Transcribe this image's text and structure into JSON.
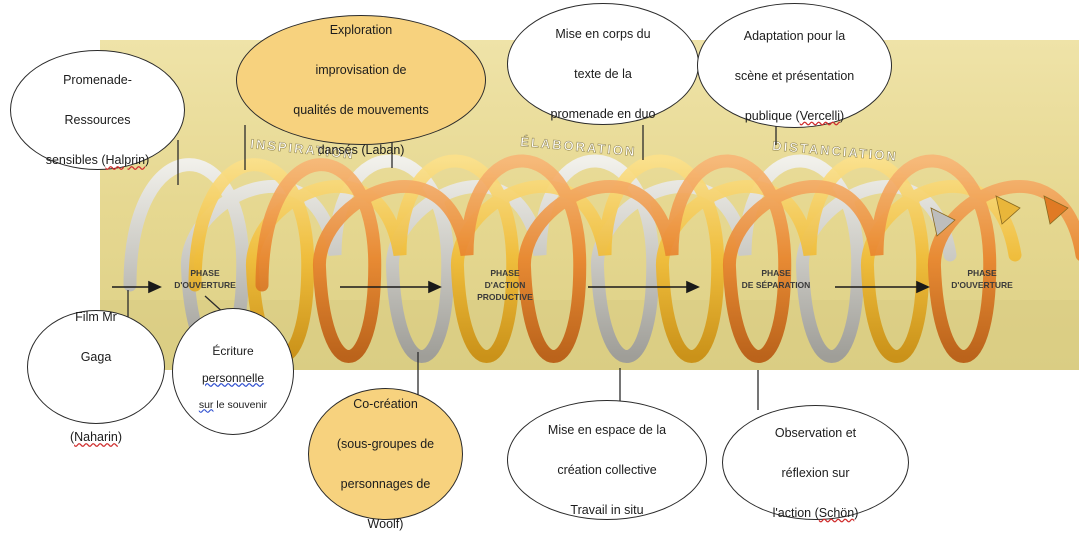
{
  "arc_labels": {
    "inspiration": "INSPIRATION",
    "elaboration": "ÉLABORATION",
    "distanciation": "DISTANCIATION"
  },
  "phases": [
    {
      "line1": "PHASE",
      "line2": "D'OUVERTURE",
      "line3": ""
    },
    {
      "line1": "PHASE",
      "line2": "D'ACTION",
      "line3": "PRODUCTIVE"
    },
    {
      "line1": "PHASE",
      "line2": "DE SÉPARATION",
      "line3": ""
    },
    {
      "line1": "PHASE",
      "line2": "D'OUVERTURE",
      "line3": ""
    }
  ],
  "bubbles": {
    "promenade": {
      "l1": "Promenade-",
      "l2": "Ressources",
      "l3": "sensibles (",
      "l3u": "Halprin",
      "l3e": ")"
    },
    "exploration": {
      "l1": "Exploration",
      "l2": "improvisation de",
      "l3": "qualités de mouvements",
      "l4": "dansés (Laban)"
    },
    "mise_corps": {
      "l1": "Mise en corps du",
      "l2": "texte de la",
      "l3": "promenade en duo"
    },
    "adaptation": {
      "l1": "Adaptation pour la",
      "l2": "scène et présentation",
      "l3": "publique (",
      "l3u": "Vercelli",
      "l3e": ")"
    },
    "film": {
      "l1": "Film Mr",
      "l2": "Gaga",
      "l3": "(",
      "l3u": "Naharin",
      "l3e": ")"
    },
    "ecriture": {
      "l1": "Écriture",
      "l2u": "personnelle",
      "l3u": "sur",
      "l3e": " le souvenir"
    },
    "cocreation": {
      "l1": "Co-création",
      "l2": "(sous-groupes de",
      "l3": "personnages de",
      "l4": "Woolf)"
    },
    "mise_espace": {
      "l1": "Mise en espace de la",
      "l2": "création collective",
      "l3": "Travail in situ"
    },
    "observation": {
      "l1": "Observation et",
      "l2": "réflexion sur",
      "l3": "l'action (",
      "l3u": "Schön",
      "l3e": ")"
    }
  },
  "colors": {
    "band": "#e8dc9c",
    "band_dark": "#d9c97a",
    "coil_grey": "#c9c9c9",
    "coil_yellow": "#f0be3c",
    "coil_orange": "#e8862e",
    "highlight_bubble": "#f7d27e"
  },
  "icons": [
    "arrow-right-icon",
    "arrowhead-icon"
  ]
}
